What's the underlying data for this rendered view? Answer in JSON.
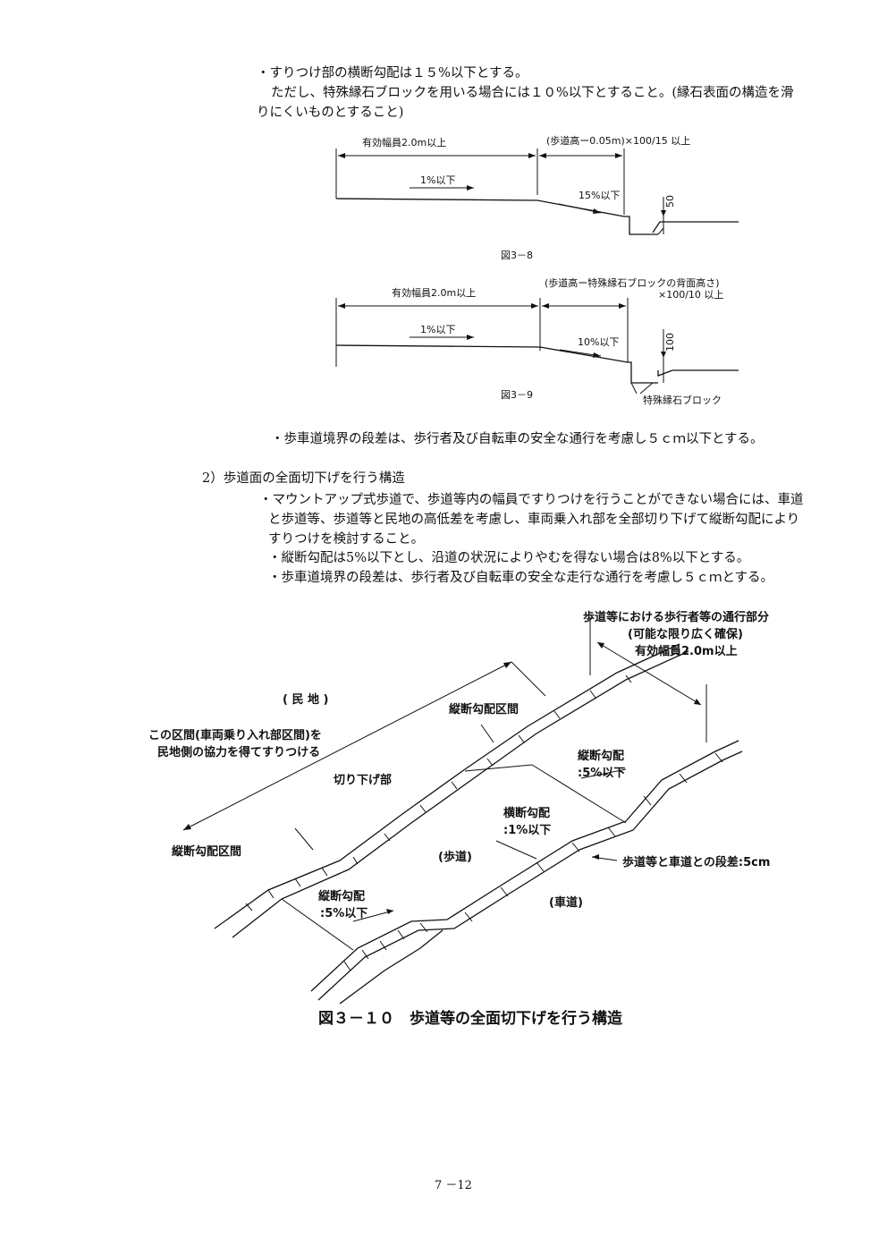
{
  "intro": {
    "bullet1": "・すりつけ部の横断勾配は１５%以下とする。",
    "line2": "ただし、特殊縁石ブロックを用いる場合には１０%以下とすること。(縁石表面の構造を滑",
    "line3": "りにくいものとすること)"
  },
  "fig8": {
    "width_label": "有効幅員2.0m以上",
    "formula": "(歩道高ー0.05m)×100/15 以上",
    "slope1": "1%以下",
    "slope2": "15%以下",
    "step": "50",
    "caption": "図3－8"
  },
  "fig9": {
    "width_label": "有効幅員2.0m以上",
    "formula_line1": "(歩道高ー特殊縁石ブロックの背面高さ)",
    "formula_line2": "×100/10 以上",
    "slope1": "1%以下",
    "slope2": "10%以下",
    "step": "100",
    "curb_label": "特殊縁石ブロック",
    "caption": "図3－9"
  },
  "after_figs": {
    "bullet": "・歩車道境界の段差は、歩行者及び自転車の安全な通行を考慮し５ｃｍ以下とする。"
  },
  "section2": {
    "heading": "2）歩道面の全面切下げを行う構造",
    "b1_line1": "・マウントアップ式歩道で、歩道等内の幅員ですりつけを行うことができない場合には、車道",
    "b1_line2": "と歩道等、歩道等と民地の高低差を考慮し、車両乗入れ部を全部切り下げて縦断勾配により",
    "b1_line3": "すりつけを検討すること。",
    "b2": "・縦断勾配は5%以下とし、沿道の状況によりやむを得ない場合は8%以下とする。",
    "b3": "・歩車道境界の段差は、歩行者及び自転車の安全な走行な通行を考慮し５ｃｍとする。"
  },
  "fig10": {
    "top_right_1": "歩道等における歩行者等の通行部分",
    "top_right_2": "(可能な限り広く確保)",
    "top_right_3": "有効幅員2.0m以上",
    "minchi": "( 民 地 )",
    "note_1": "この区間(車両乗り入れ部区間)を",
    "note_2": "民地側の協力を得てすりつける",
    "longi_section_top": "縦断勾配区間",
    "longi_section_left": "縦断勾配区間",
    "cut_down": "切り下げ部",
    "longi_right_1": "縦断勾配",
    "longi_right_2": ":5%以下",
    "cross_1": "横断勾配",
    "cross_2": ":1%以下",
    "sidewalk": "(歩道)",
    "longi_left_1": "縦断勾配",
    "longi_left_2": ":5%以下",
    "roadway": "(車道)",
    "step_note": "歩道等と車道との段差:5cm",
    "caption": "図３－１０　歩道等の全面切下げを行う構造"
  },
  "page_number": "7 －12"
}
